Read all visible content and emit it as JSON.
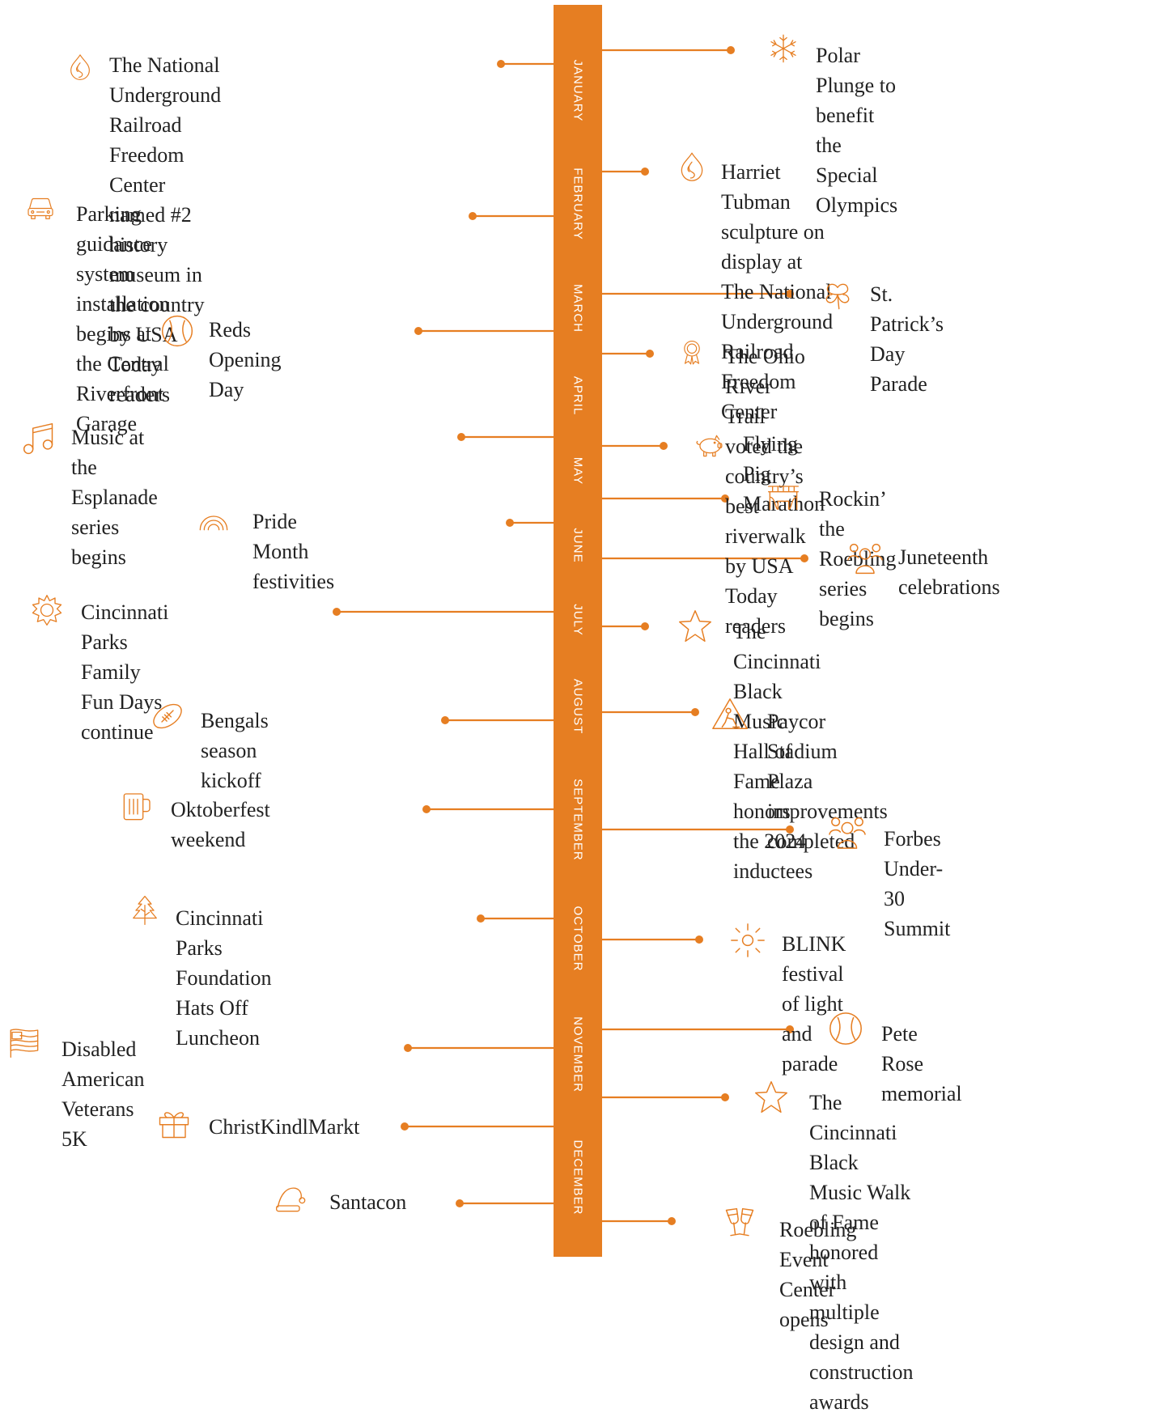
{
  "accent_color": "#e67e22",
  "months": [
    "JANUARY",
    "FEBRUARY",
    "MARCH",
    "APRIL",
    "MAY",
    "JUNE",
    "JULY",
    "AUGUST",
    "SEPTEMBER",
    "OCTOBER",
    "NOVEMBER",
    "DECEMBER"
  ],
  "events": [
    {
      "side": "left",
      "icon": "flame-icon",
      "text": "The National Underground Railroad\nFreedom Center named #2 history\nmuseum in the country by USA\nToday readers"
    },
    {
      "side": "right",
      "icon": "snowflake-icon",
      "text": "Polar Plunge to benefit\nthe Special Olympics"
    },
    {
      "side": "right",
      "icon": "flame-icon",
      "text": "Harriet Tubman sculpture on display at\nThe National Underground Railroad\nFreedom Center"
    },
    {
      "side": "left",
      "icon": "car-icon",
      "text": "Parking guidance system installation\nbegins at the Central Riverfront Garage"
    },
    {
      "side": "right",
      "icon": "shamrock-icon",
      "text": "St. Patrick’s Day Parade"
    },
    {
      "side": "left",
      "icon": "baseball-icon",
      "text": "Reds Opening Day"
    },
    {
      "side": "right",
      "icon": "award-icon",
      "text": "The Ohio River Trail voted the country’s\nbest riverwalk by USA Today readers"
    },
    {
      "side": "left",
      "icon": "music-note-icon",
      "text": "Music at the Esplanade series begins"
    },
    {
      "side": "right",
      "icon": "pig-icon",
      "text": "Flying Pig Marathon"
    },
    {
      "side": "right",
      "icon": "bridge-icon",
      "text": "Rockin’ the Roebling series begins"
    },
    {
      "side": "left",
      "icon": "rainbow-icon",
      "text": "Pride Month festivities"
    },
    {
      "side": "right",
      "icon": "people-icon",
      "text": "Juneteenth celebrations"
    },
    {
      "side": "left",
      "icon": "sun-icon",
      "text": "Cincinnati Parks Family\nFun Days continue"
    },
    {
      "side": "right",
      "icon": "star-icon",
      "text": "The Cincinnati Black Music Hall of\nFame honors the 2024 inductees"
    },
    {
      "side": "left",
      "icon": "football-icon",
      "text": "Bengals season kickoff"
    },
    {
      "side": "right",
      "icon": "construction-icon",
      "text": "Paycor Stadium Plaza\nimprovements completed"
    },
    {
      "side": "left",
      "icon": "beer-mug-icon",
      "text": "Oktoberfest weekend"
    },
    {
      "side": "right",
      "icon": "people-icon",
      "text": "Forbes Under-30 Summit"
    },
    {
      "side": "left",
      "icon": "tree-icon",
      "text": "Cincinnati Parks Foundation\nHats Off Luncheon"
    },
    {
      "side": "right",
      "icon": "light-burst-icon",
      "text": "BLINK festival of light and parade"
    },
    {
      "side": "left",
      "icon": "flag-icon",
      "text": "Disabled American Veterans 5K"
    },
    {
      "side": "right",
      "icon": "baseball-icon",
      "text": "Pete Rose memorial"
    },
    {
      "side": "left",
      "icon": "gift-icon",
      "text": "ChristKindlMarkt"
    },
    {
      "side": "right",
      "icon": "star-icon",
      "text": "The Cincinnati Black Music Walk\nof Fame honored with multiple\ndesign and construction awards"
    },
    {
      "side": "left",
      "icon": "santa-hat-icon",
      "text": "Santacon"
    },
    {
      "side": "right",
      "icon": "champagne-glasses-icon",
      "text": "Roebling Event Center opens"
    }
  ]
}
